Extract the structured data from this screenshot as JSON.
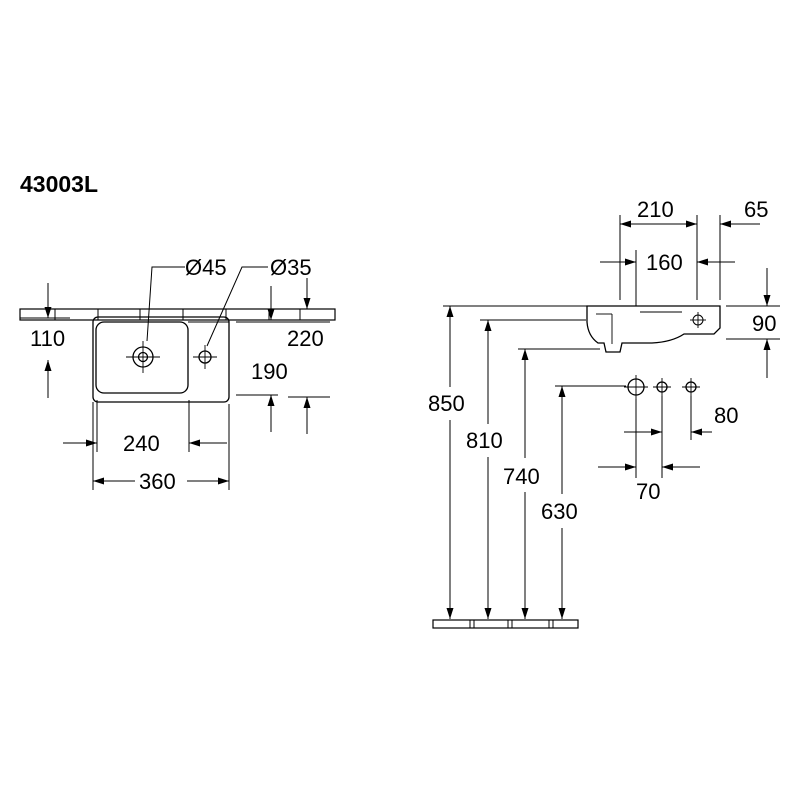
{
  "model_code": "43003L",
  "top_view": {
    "hole_diameters": [
      "Ø45",
      "Ø35"
    ],
    "dims": {
      "depth": "110",
      "tap_offset": "220",
      "bowl_depth": "190",
      "bowl_width": "240",
      "overall_width": "360"
    }
  },
  "side_view": {
    "dims": {
      "d210": "210",
      "d65": "65",
      "d160": "160",
      "height_90": "90",
      "h850": "850",
      "h810": "810",
      "h740": "740",
      "h630": "630",
      "d80": "80",
      "d70": "70"
    }
  }
}
